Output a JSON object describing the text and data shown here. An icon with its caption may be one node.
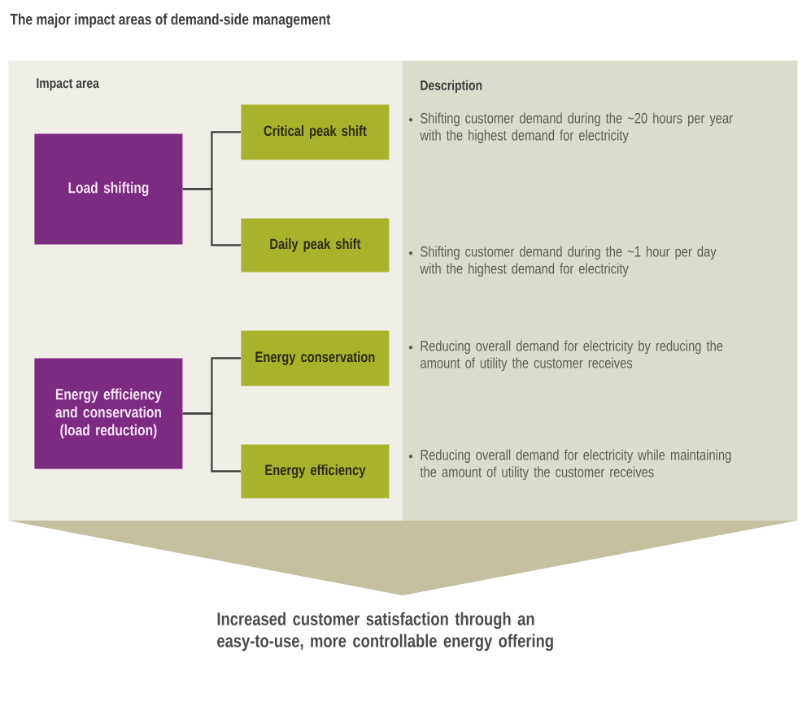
{
  "diagram": {
    "title": "The major impact areas of demand-side management",
    "nodes": [
      {
        "text": [
          "Impact area"
        ]
      },
      {
        "text": [
          "Load shifting"
        ],
        "in": 0
      },
      {
        "text": [
          "Critical peak shift"
        ],
        "in": 0
      },
      {
        "text": [
          "Daily peak shift"
        ],
        "in": 0
      },
      {
        "text": [
          "Energy efficiency and conservation (load reduction)"
        ],
        "in": 0
      },
      {
        "text": [
          "Energy conservation"
        ],
        "in": 0
      },
      {
        "text": [
          "Energy efficiency"
        ],
        "in": 0
      },
      {
        "text": [
          "Description",
          "Shifting customer demand during the ~20 hours per year with the highest demand for electricity",
          "Shifting customer demand during the ~1 hour per day with the highest demand for electricity",
          "Reducing overall demand for electricity by reducing the amount of utility the customer receives",
          "Reducing overall demand for electricity while maintaining the amount of utility the customer receives"
        ]
      },
      {
        "text": [],
        "shape": "triangle",
        "beside": [
          "Increased customer satisfaction through an easy-to-use, more controllable energy offering"
        ]
      }
    ],
    "edges": [
      {
        "from": 1,
        "to": 2,
        "arrow": "none"
      },
      {
        "from": 1,
        "to": 3,
        "arrow": "none"
      },
      {
        "from": 4,
        "to": 5,
        "arrow": "none"
      },
      {
        "from": 4,
        "to": 6,
        "arrow": "none"
      }
    ]
  }
}
